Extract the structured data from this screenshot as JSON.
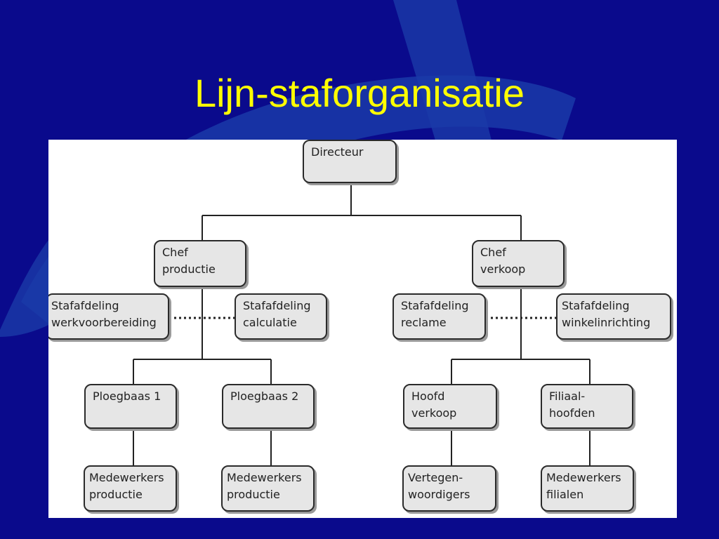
{
  "slide": {
    "title": "Lijn-staforganisatie"
  },
  "colors": {
    "background": "#0a0a8c",
    "title": "#ffff00",
    "node_fill": "#e6e6e6",
    "node_border": "#2a2a2a",
    "line": "#222222"
  },
  "org_chart": {
    "directeur": [
      "Directeur"
    ],
    "chef_productie": [
      "Chef",
      "productie"
    ],
    "chef_verkoop": [
      "Chef",
      "verkoop"
    ],
    "staf_werkvoorbereiding": [
      "Stafafdeling",
      "werkvoorbereiding"
    ],
    "staf_calculatie": [
      "Stafafdeling",
      "calculatie"
    ],
    "staf_reclame": [
      "Stafafdeling",
      "reclame"
    ],
    "staf_winkelinrichting": [
      "Stafafdeling",
      "winkelinrichting"
    ],
    "ploegbaas_1": [
      "Ploegbaas 1"
    ],
    "ploegbaas_2": [
      "Ploegbaas 2"
    ],
    "hoofd_verkoop": [
      "Hoofd",
      "verkoop"
    ],
    "filiaalhoofden": [
      "Filiaal-",
      "hoofden"
    ],
    "medewerkers_productie_1": [
      "Medewerkers",
      "productie"
    ],
    "medewerkers_productie_2": [
      "Medewerkers",
      "productie"
    ],
    "vertegenwoordigers": [
      "Vertegen-",
      "woordigers"
    ],
    "medewerkers_filialen": [
      "Medewerkers",
      "filialen"
    ]
  }
}
